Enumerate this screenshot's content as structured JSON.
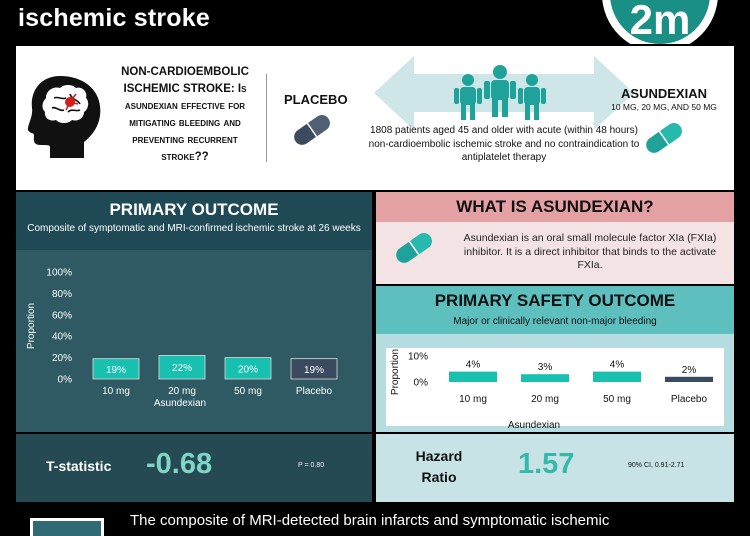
{
  "header": {
    "title": "ischemic stroke",
    "logo_text": "2m"
  },
  "question": {
    "line1": "NON-CARDIOEMBOLIC",
    "line2": "ISCHEMIC STROKE:",
    "line2_tail": " Is",
    "line3": "asundexian effective for",
    "line4": "mitigating bleeding and",
    "line5": "preventing recurrent",
    "line6": "stroke??"
  },
  "trial": {
    "placebo_label": "PLACEBO",
    "asundexian_label": "ASUNDEXIAN",
    "asundexian_doses": "10 MG, 20 MG, AND 50 MG",
    "description": "1808 patients aged 45 and older with acute (within 48 hours) non-cardioembolic ischemic stroke and no contraindication to antiplatelet therapy"
  },
  "primary": {
    "title": "PRIMARY OUTCOME",
    "subtitle": "Composite of symptomatic and MRI-confirmed ischemic stroke at 26 weeks"
  },
  "what": {
    "title": "WHAT IS ASUNDEXIAN?",
    "body": "Asundexian is an oral small molecule factor XIa (FXIa) inhibitor. It is a direct inhibitor that binds to the activate FXIa."
  },
  "safety": {
    "title": "PRIMARY SAFETY OUTCOME",
    "subtitle": "Major or clinically relevant non-major bleeding"
  },
  "tstat": {
    "label": "T-statistic",
    "value": "-0.68",
    "p": "P = 0.80"
  },
  "hazard": {
    "label_line1": "Hazard",
    "label_line2": "Ratio",
    "value": "1.57",
    "ci": "90% CI, 0.91-2.71"
  },
  "footer": {
    "text": "The composite of MRI-detected brain infarcts and symptomatic ischemic"
  },
  "colors": {
    "teal_bar": "#18c0b0",
    "placebo_bar": "#3b4a5e",
    "arrow": "#cfe6e8",
    "people": "#1fa29a",
    "pill_teal": "#1fa29a",
    "pill_dark": "#3b4a5e",
    "brain_red": "#d31e1e"
  },
  "chart_data": [
    {
      "type": "bar",
      "categories": [
        "10 mg",
        "20 mg",
        "50 mg",
        "Placebo"
      ],
      "group_label": "Asundexian",
      "values": [
        19,
        22,
        20,
        19
      ],
      "data_labels": [
        "19%",
        "22%",
        "20%",
        "19%"
      ],
      "ylabel": "Proportion",
      "ylim": [
        0,
        100
      ],
      "yticks": [
        "0%",
        "20%",
        "40%",
        "60%",
        "80%",
        "100%"
      ]
    },
    {
      "type": "bar",
      "categories": [
        "10 mg",
        "20 mg",
        "50 mg",
        "Placebo"
      ],
      "group_label": "Asundexian",
      "values": [
        4,
        3,
        4,
        2
      ],
      "data_labels": [
        "4%",
        "3%",
        "4%",
        "2%"
      ],
      "ylabel": "Proportion",
      "ylim": [
        0,
        10
      ],
      "yticks": [
        "0%",
        "10%"
      ]
    }
  ]
}
